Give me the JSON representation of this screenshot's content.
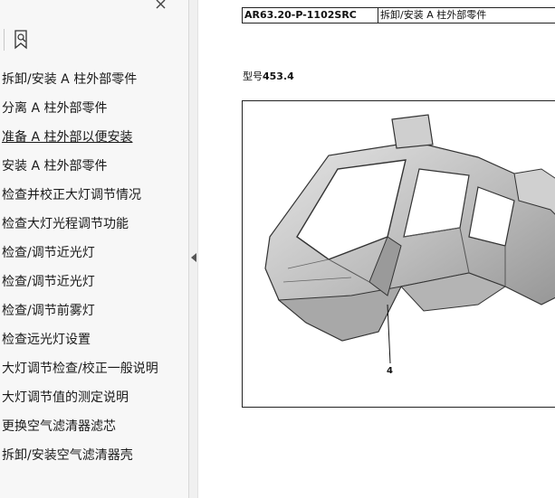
{
  "sidebar": {
    "bookmarks": [
      "拆卸/安装 A 柱外部零件",
      "分离 A 柱外部零件",
      "准备 A 柱外部以便安装",
      "安装 A 柱外部零件",
      "检查并校正大灯调节情况",
      "检查大灯光程调节功能",
      "检查/调节近光灯",
      "检查/调节近光灯",
      "检查/调节前雾灯",
      "检查远光灯设置",
      "大灯调节检查/校正一般说明",
      "大灯调节值的测定说明",
      "更换空气滤清器滤芯",
      "拆卸/安装空气滤清器壳"
    ],
    "active_index": 2,
    "icons": [
      "close-icon",
      "bookmark-search-icon"
    ]
  },
  "document": {
    "code": "AR63.20-P-1102SRC",
    "title": "拆卸/安装 A 柱外部零件",
    "model_prefix": "型号",
    "model_value": "453.4",
    "figure": {
      "callout": "4"
    }
  },
  "colors": {
    "sidebar_bg": "#f7f7f7",
    "border": "#222222"
  }
}
